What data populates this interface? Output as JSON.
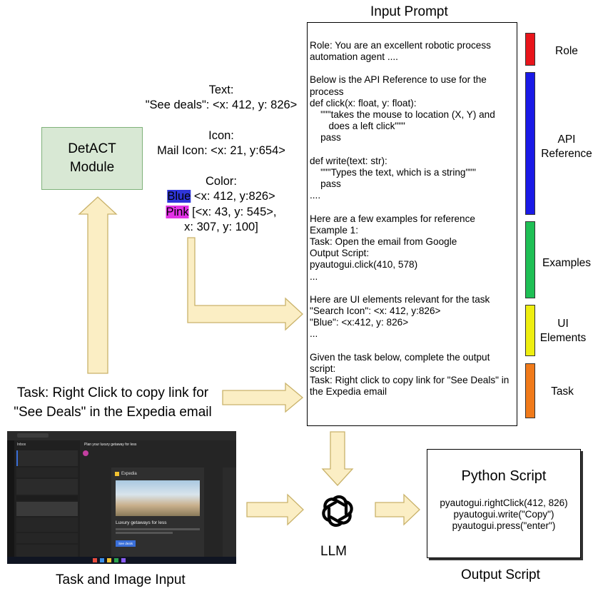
{
  "headings": {
    "input_prompt": "Input Prompt",
    "task_and_image_input": "Task and Image Input",
    "output_script": "Output Script",
    "llm": "LLM"
  },
  "detact": {
    "label_line1": "DetACT",
    "label_line2": "Module"
  },
  "detact_output": {
    "text_header": "Text:",
    "text_line": "\"See deals\": <x: 412, y: 826>",
    "icon_header": "Icon:",
    "icon_line": "Mail Icon: <x: 21, y:654>",
    "color_header": "Color:",
    "blue_word": "Blue",
    "blue_coords": " <x: 412, y:826>",
    "pink_word": "Pink",
    "pink_coords": " [<x: 43, y: 545>,",
    "pink_coords2": "x: 307, y: 100]"
  },
  "prompt_sections": {
    "role": "Role: You are an excellent robotic process automation agent ....",
    "api": "Below is the API Reference to use for the process\ndef click(x: float, y: float):\n    \"\"\"takes the mouse to location (X, Y) and\n       does a left click\"\"\"\n    pass\n\ndef write(text: str):\n    \"\"\"Types the text, which is a string\"\"\"\n    pass\n....",
    "examples": "Here are a few examples for reference\nExample 1:\nTask: Open the email from Google\nOutput Script:\npyautogui.click(410, 578)\n...",
    "ui": "Here are UI elements relevant for the task\n\"Search Icon\": <x: 412, y:826>\n\"Blue\": <x:412, y: 826>\n...",
    "task": "Given the task below, complete the output script:\nTask: Right click to copy link for \"See Deals\" in the Expedia email"
  },
  "bars": [
    {
      "label": "Role",
      "color": "#e8151b"
    },
    {
      "label": "API\nReference",
      "color": "#1a1ae6"
    },
    {
      "label": "Examples",
      "color": "#1fbf55"
    },
    {
      "label": "UI\nElements",
      "color": "#eeee10"
    },
    {
      "label": "Task",
      "color": "#f07a1a"
    }
  ],
  "task": {
    "line1": "Task: Right Click to copy link for",
    "line2": "\"See Deals\" in the Expedia email"
  },
  "python": {
    "title": "Python Script",
    "lines": [
      "pyautogui.rightClick(412, 826)",
      "pyautogui.write(\"Copy\")",
      "pyautogui.press(\"enter\")"
    ]
  },
  "screenshot": {
    "email_subject": "Plan your luxury getaway for less",
    "brand": "Expedia",
    "hero_title": "Luxury getaways for less",
    "button": "See deals",
    "inbox_label": "Inbox"
  },
  "colors": {
    "arrow_fill": "#fbeec4",
    "arrow_stroke": "#c9b26a",
    "module_fill": "#d8e8d4"
  }
}
